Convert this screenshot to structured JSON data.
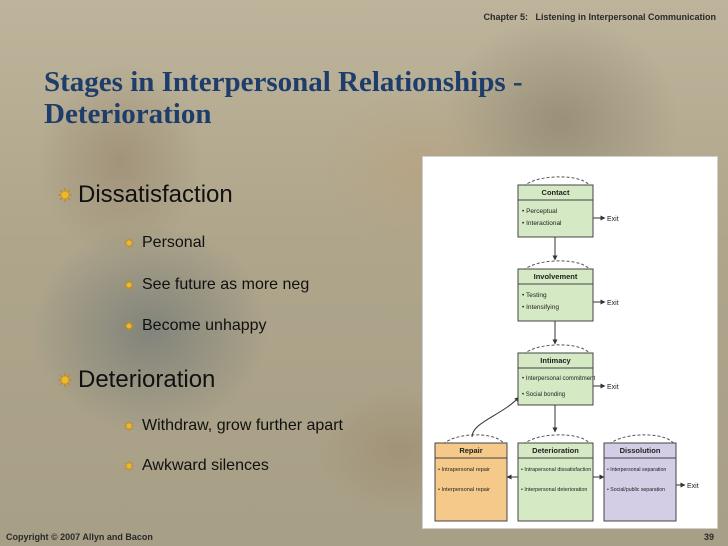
{
  "header": {
    "chapter": "Chapter 5:   Listening in Interpersonal Communication"
  },
  "title": "Stages in Interpersonal Relationships - Deterioration",
  "bullets": [
    {
      "label": "Dissatisfaction",
      "subs": [
        "Personal",
        "See future as more neg",
        "Become unhappy"
      ]
    },
    {
      "label": "Deterioration",
      "subs": [
        "Withdraw, grow further apart",
        "Awkward silences"
      ]
    }
  ],
  "diagram": {
    "stages": [
      {
        "name": "Contact",
        "items": [
          "Perceptual",
          "Interactional"
        ]
      },
      {
        "name": "Involvement",
        "items": [
          "Testing",
          "Intensifying"
        ]
      },
      {
        "name": "Intimacy",
        "items": [
          "Interpersonal commitment",
          "Social bonding"
        ]
      },
      {
        "name": "Deterioration",
        "items": [
          "Intrapersonal dissatisfaction",
          "Interpersonal deterioration"
        ]
      },
      {
        "name": "Repair",
        "items": [
          "Intrapersonal repair",
          "Interpersonal repair"
        ]
      },
      {
        "name": "Dissolution",
        "items": [
          "Interpersonal separation",
          "Social/public separation"
        ]
      }
    ],
    "exit_label": "Exit",
    "colors": {
      "green": "#d4e9c4",
      "orange": "#f5c98a",
      "purple": "#d3cde6"
    }
  },
  "footer": {
    "copyright": "Copyright © 2007 Allyn and Bacon",
    "page": "39"
  }
}
